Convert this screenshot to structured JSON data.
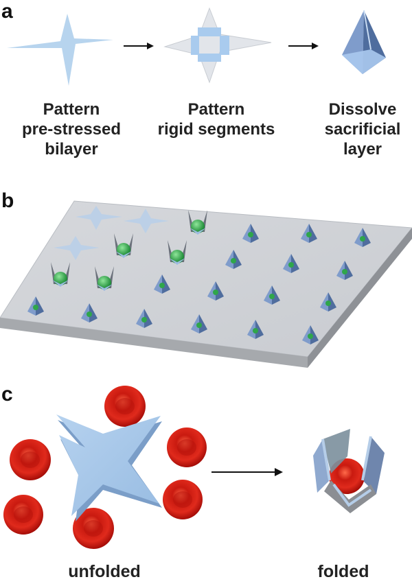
{
  "panels": {
    "a": "a",
    "b": "b",
    "c": "c"
  },
  "steps": [
    {
      "lines": [
        "Pattern",
        "pre-stressed",
        "bilayer"
      ]
    },
    {
      "lines": [
        "Pattern",
        "rigid segments"
      ]
    },
    {
      "lines": [
        "Dissolve",
        "sacrificial",
        "layer"
      ]
    }
  ],
  "panel_c": {
    "left_label": "unfolded",
    "right_label": "folded"
  },
  "colors": {
    "pale_blue": "#b7d4ee",
    "blue": "#9cc1e6",
    "edge_blue": "#7fa8d0",
    "plate_top": "#cfd2d6",
    "cell_red": "#d41d14",
    "sphere_green": "#2fa64a"
  }
}
